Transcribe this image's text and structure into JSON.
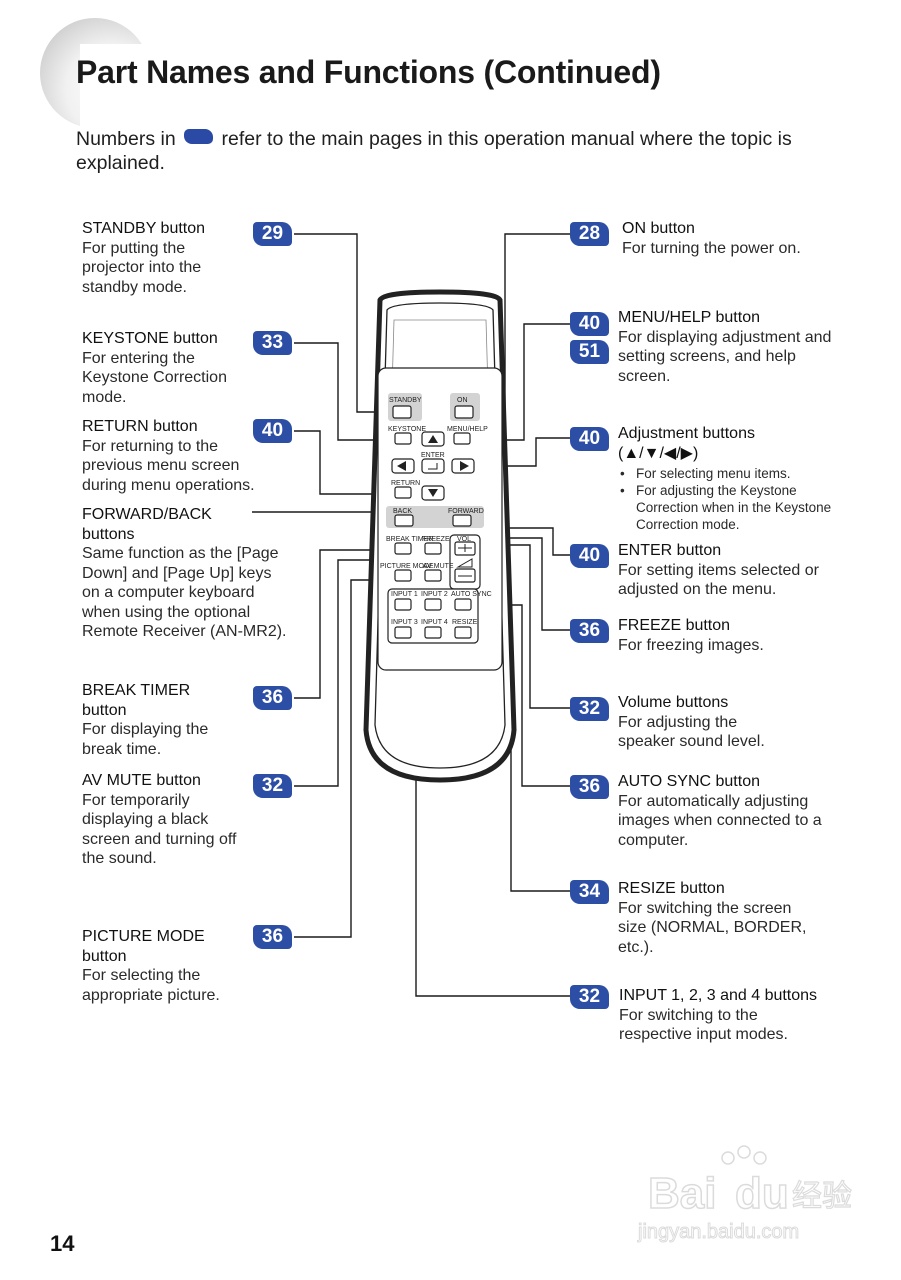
{
  "page": {
    "title": "Part Names and Functions (Continued)",
    "intro_prefix": "Numbers in",
    "intro_suffix": "refer to the main pages in this operation manual where the topic is explained.",
    "page_number": "14"
  },
  "left_items": [
    {
      "heading": "STANDBY button",
      "desc": "For putting the projector into the standby mode.",
      "page": "29"
    },
    {
      "heading": "KEYSTONE button",
      "desc": "For entering the Keystone Correction mode.",
      "page": "33"
    },
    {
      "heading": "RETURN button",
      "desc": "For returning to the previous menu screen during menu operations.",
      "page": "40"
    },
    {
      "heading": "FORWARD/BACK buttons",
      "desc": "Same function as the [Page Down] and [Page Up] keys on a computer keyboard when using the optional Remote Receiver (AN-MR2)."
    },
    {
      "heading": "BREAK TIMER button",
      "desc": "For displaying the break time.",
      "page": "36"
    },
    {
      "heading": "AV MUTE button",
      "desc": "For temporarily displaying a black screen and turning off the sound.",
      "page": "32"
    },
    {
      "heading": "PICTURE MODE button",
      "desc": "For selecting the appropriate picture.",
      "page": "36"
    }
  ],
  "right_items": [
    {
      "heading": "ON button",
      "desc": "For turning the power on.",
      "page": "28"
    },
    {
      "heading": "MENU/HELP button",
      "desc": "For displaying adjustment and setting screens, and help screen.",
      "page": "40",
      "page2": "51"
    },
    {
      "heading": "Adjustment buttons",
      "heading2": "(▲/▼/◀/▶)",
      "page": "40",
      "bullets": [
        "For selecting menu items.",
        "For adjusting the Keystone Correction when in the Keystone Correction mode."
      ]
    },
    {
      "heading": "ENTER button",
      "desc": "For setting items selected or adjusted on the menu.",
      "page": "40"
    },
    {
      "heading": "FREEZE button",
      "desc": "For freezing images.",
      "page": "36"
    },
    {
      "heading": "Volume buttons",
      "desc": "For adjusting the speaker sound level.",
      "page": "32"
    },
    {
      "heading": "AUTO SYNC button",
      "desc": "For automatically adjusting images when connected to a computer.",
      "page": "36"
    },
    {
      "heading": "RESIZE button",
      "desc": "For switching the screen size (NORMAL, BORDER, etc.).",
      "page": "34"
    },
    {
      "heading": "INPUT 1, 2, 3 and 4 buttons",
      "desc": "For switching to the respective input modes.",
      "page": "32"
    }
  ],
  "remote_labels": {
    "standby": "STANDBY",
    "on": "ON",
    "keystone": "KEYSTONE",
    "menu_help": "MENU/HELP",
    "enter": "ENTER",
    "return": "RETURN",
    "back": "BACK",
    "forward": "FORWARD",
    "break_timer": "BREAK TIMER",
    "freeze": "FREEZE",
    "vol": "VOL",
    "picture_mode": "PICTURE MODE",
    "av_mute": "AV MUTE",
    "input1": "INPUT 1",
    "input2": "INPUT 2",
    "auto_sync": "AUTO SYNC",
    "input3": "INPUT 3",
    "input4": "INPUT 4",
    "resize": "RESIZE"
  },
  "watermark": {
    "brand": "Bai du 经验",
    "url": "jingyan.baidu.com"
  },
  "colors": {
    "badge": "#2d4ea5",
    "text": "#231f20",
    "lines": "#1a1a1a"
  }
}
